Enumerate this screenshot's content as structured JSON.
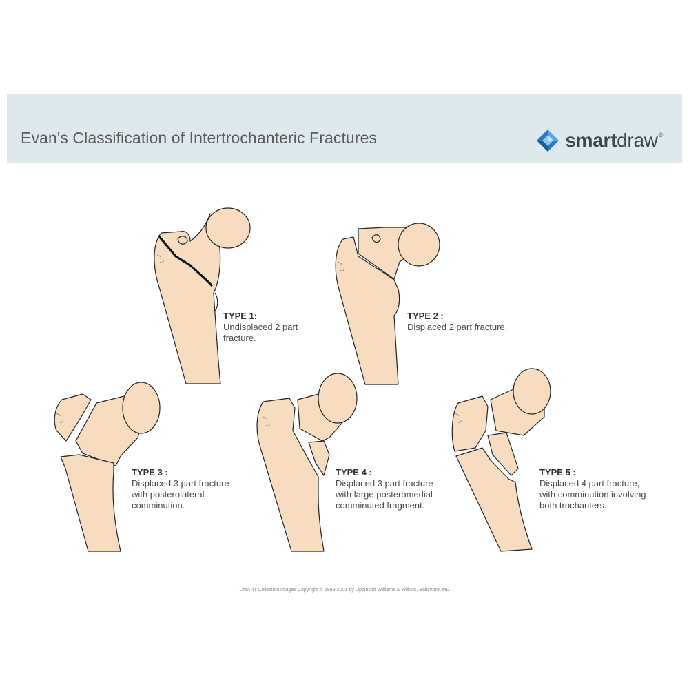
{
  "header": {
    "title": "Evan's Classification of Intertrochanteric Fractures",
    "background_color": "#dde9ec"
  },
  "logo": {
    "text_bold": "smart",
    "text_light": "draw",
    "icon": "diamond-cube-icon",
    "brand_color": "#2b79c2"
  },
  "bone_colors": {
    "fill": "#f7dcc0",
    "outline": "#222222"
  },
  "types": [
    {
      "heading": "TYPE 1:",
      "line1": "Undisplaced 2 part",
      "line2": "fracture.",
      "line3": ""
    },
    {
      "heading": "TYPE 2 :",
      "line1": "Displaced 2 part fracture.",
      "line2": "",
      "line3": ""
    },
    {
      "heading": "TYPE 3 :",
      "line1": "Displaced 3 part fracture",
      "line2": "with posterolateral",
      "line3": "comminution."
    },
    {
      "heading": "TYPE 4 :",
      "line1": "Displaced 3 part fracture",
      "line2": "with large posteromedial",
      "line3": "comminuted fragment."
    },
    {
      "heading": "TYPE 5 :",
      "line1": "Displaced 4 part fracture,",
      "line2": "with comminution involving",
      "line3": "both trochanters."
    }
  ],
  "footer": {
    "copyright": "LifeART Collection Images Copyright © 1989-2001 by Lippincott Williams & Wilkins, Baltimore, MD"
  }
}
